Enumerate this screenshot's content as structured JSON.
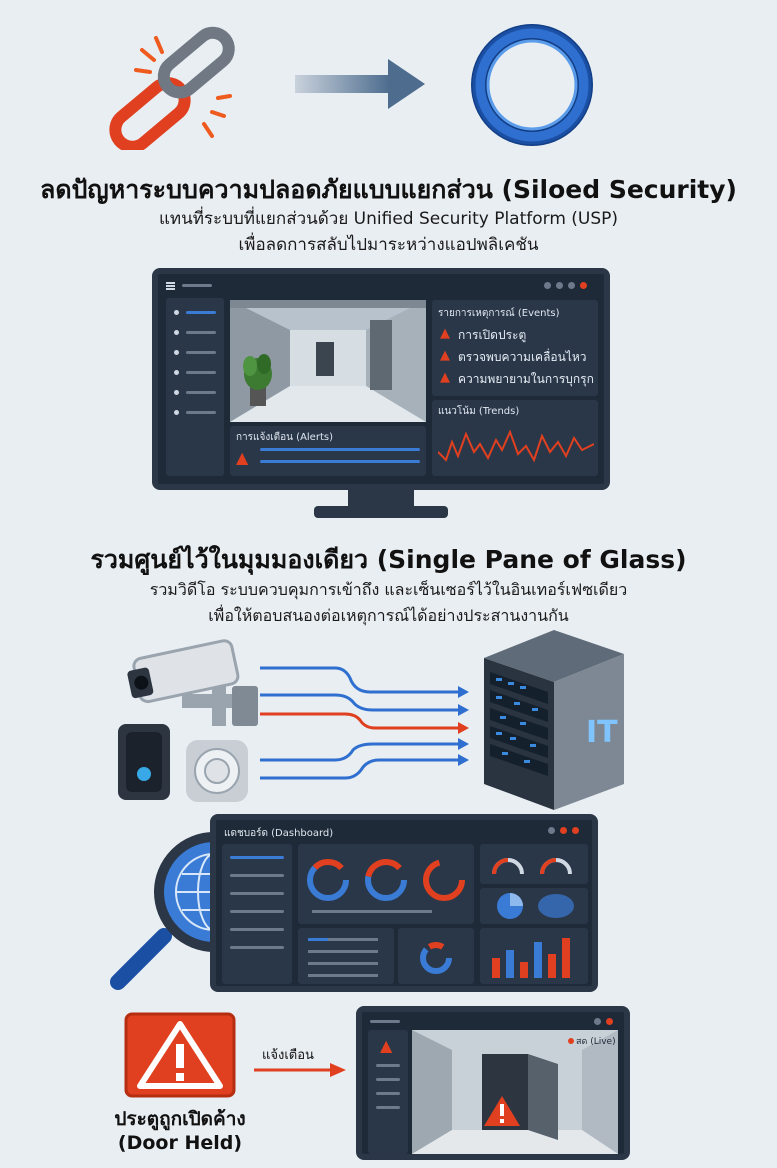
{
  "section1": {
    "title": "ลดปัญหาระบบความปลอดภัยแบบแยกส่วน (Siloed Security)",
    "subtitle_line1": "แทนที่ระบบที่แยกส่วนด้วย Unified Security Platform (USP)",
    "subtitle_line2": "เพื่อลดการสลับไปมาระหว่างแอปพลิเคชัน"
  },
  "monitor1": {
    "events_header": "รายการเหตุการณ์ (Events)",
    "events": [
      "การเปิดประตู",
      "ตรวจพบความเคลื่อนไหว",
      "ความพยายามในการบุกรุก"
    ],
    "trends_label": "แนวโน้ม (Trends)",
    "alerts_label": "การแจ้งเตือน (Alerts)"
  },
  "section2": {
    "title": "รวมศูนย์ไว้ในมุมมองเดียว (Single Pane of Glass)",
    "subtitle_line1": "รวมวิดีโอ ระบบควบคุมการเข้าถึง และเซ็นเซอร์ไว้ในอินเทอร์เฟซเดียว",
    "subtitle_line2": "เพื่อให้ตอบสนองต่อเหตุการณ์ได้อย่างประสานงานกัน"
  },
  "server": {
    "label": "IT"
  },
  "dashboard": {
    "title": "แดชบอร์ด (Dashboard)"
  },
  "alert_flow": {
    "arrow_label": "แจ้งเตือน",
    "caption_line1": "ประตูถูกเปิดค้าง",
    "caption_line2": "(Door Held)",
    "live_label": "สด (Live)"
  },
  "colors": {
    "accent_blue": "#2f6fd0",
    "alert_red": "#e0401f",
    "dark": "#1f2a38"
  },
  "icons": [
    "broken-chain-icon",
    "unified-ring-icon",
    "camera-icon",
    "card-reader-icon",
    "sensor-icon",
    "server-icon",
    "magnifier-globe-icon",
    "warning-icon"
  ]
}
